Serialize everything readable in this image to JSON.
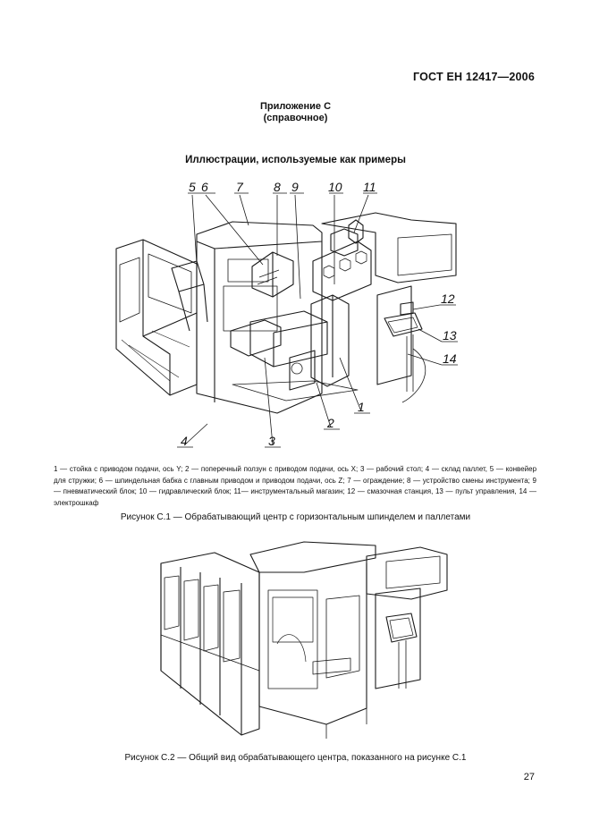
{
  "header": {
    "standard": "ГОСТ ЕН 12417—2006"
  },
  "appendix": {
    "title": "Приложение С",
    "subtitle": "(справочное)"
  },
  "section_title": "Иллюстрации, используемые как примеры",
  "figure1": {
    "callouts": [
      "5",
      "6",
      "7",
      "8",
      "9",
      "10",
      "11",
      "12",
      "13",
      "14",
      "4",
      "3",
      "2",
      "1"
    ],
    "legend": [
      "1 — стойка с приводом подачи, ось Y; ",
      "2 — поперечный ползун с приводом подачи, ось X; ",
      "3 — рабочий стол; ",
      "4 — склад паллет, ",
      "5 — конвейер для стружки; ",
      "6 — шпиндельная бабка с главным приводом и приводом подачи, ось Z; ",
      "7 — ограждение; ",
      "8 — устройство смены инструмента; ",
      "9 — пневматический блок; ",
      "10 — гидравлический блок; ",
      "11— инструментальный магазин; ",
      "12 — смазочная станция, ",
      "13 — пульт управления, ",
      "14 — электрошкаф"
    ],
    "caption": "Рисунок С.1 — Обрабатывающий центр с горизонтальным шпинделем и паллетами"
  },
  "figure2": {
    "caption": "Рисунок С.2 — Общий вид обрабатывающего центра, показанного на рисунке С.1"
  },
  "page_number": "27"
}
